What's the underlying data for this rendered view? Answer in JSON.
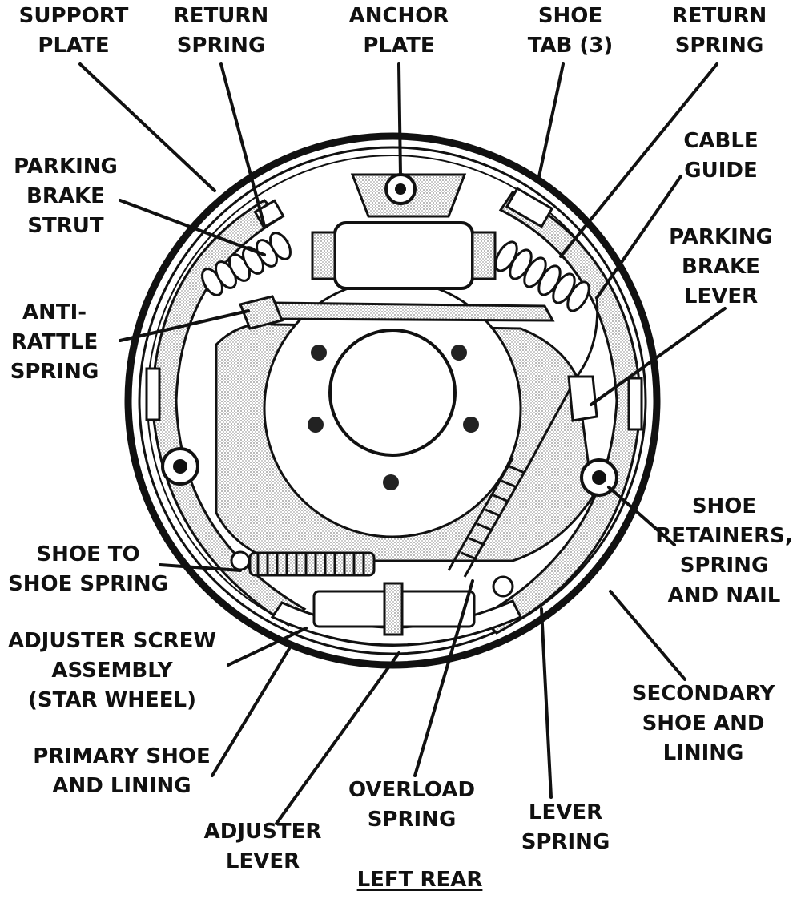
{
  "labels": {
    "support_plate": [
      "SUPPORT",
      "PLATE"
    ],
    "return_spring_left": [
      "RETURN",
      "SPRING"
    ],
    "anchor_plate": [
      "ANCHOR",
      "PLATE"
    ],
    "shoe_tab": [
      "SHOE",
      "TAB (3)"
    ],
    "return_spring_right": [
      "RETURN",
      "SPRING"
    ],
    "cable_guide": [
      "CABLE",
      "GUIDE"
    ],
    "parking_brake_strut": [
      "PARKING",
      "BRAKE",
      "STRUT"
    ],
    "parking_brake_lever": [
      "PARKING",
      "BRAKE",
      "LEVER"
    ],
    "anti_rattle_spring": [
      "ANTI-",
      "RATTLE",
      "SPRING"
    ],
    "shoe_retainers": [
      "SHOE",
      "RETAINERS,",
      "SPRING",
      "AND NAIL"
    ],
    "shoe_to_shoe_spring": [
      "SHOE TO",
      "SHOE SPRING"
    ],
    "adjuster_screw": [
      "ADJUSTER SCREW",
      "ASSEMBLY",
      "(STAR WHEEL)"
    ],
    "secondary_shoe": [
      "SECONDARY",
      "SHOE AND",
      "LINING"
    ],
    "primary_shoe": [
      "PRIMARY SHOE",
      "AND LINING"
    ],
    "overload_spring": [
      "OVERLOAD",
      "SPRING"
    ],
    "lever_spring": [
      "LEVER",
      "SPRING"
    ],
    "adjuster_lever": [
      "ADJUSTER",
      "LEVER"
    ]
  },
  "caption": "LEFT REAR",
  "colors": {
    "ink": "#111111",
    "shade": "#d9d9d9",
    "paper": "#ffffff"
  }
}
